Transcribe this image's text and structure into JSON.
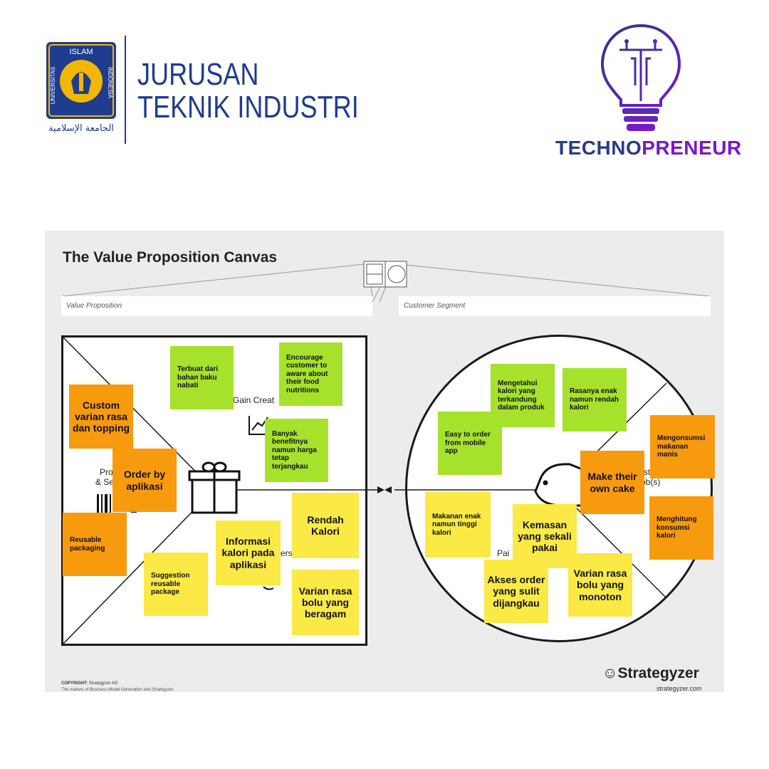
{
  "header": {
    "uii_logo": {
      "arc_top": "ISLAM",
      "arc_left": "UNIVERSITAS",
      "arc_right": "INDONESIA",
      "arabic_text": "الجامعة الإسلامية"
    },
    "department_line1": "JURUSAN",
    "department_line2": "TEKNIK INDUSTRI",
    "technopreneur_part1": "TECHNO",
    "technopreneur_part2": "PRENEUR",
    "colors": {
      "uii_blue": "#1f3c8f",
      "uii_gold": "#f2b705",
      "techno_blue": "#2a3a8e",
      "techno_purple": "#7a18c8"
    }
  },
  "canvas": {
    "title": "The Value Proposition Canvas",
    "value_proposition_label": "Value Proposition",
    "customer_segment_label": "Customer Segment",
    "gain_creators_label": "Gain Creat",
    "products_label_1": "Pro",
    "products_label_2": "& Se",
    "pain_relievers_label": "ers",
    "pains_label": "Pai",
    "jobs_label_1": "st",
    "jobs_label_2": "ob(s)",
    "copyright_bold": "COPYRIGHT:",
    "copyright_text": "Strategyzer AG",
    "copyright_sub": "The makers of Business Model Generation and Strategyzer",
    "brand": "Strategyzer",
    "brand_url": "strategyzer.com"
  },
  "notes": {
    "n1": "Terbuat dari bahan baku nabati",
    "n2": "Encourage customer to aware about their food nutritions",
    "n3": "Custom varian rasa dan topping",
    "n4": "Banyak benefitnya namun harga tetap terjangkau",
    "n5": "Order by aplikasi",
    "n6": "Reusable packaging",
    "n7": "Rendah Kalori",
    "n8": "Informasi kalori pada aplikasi",
    "n9": "Suggestion reusable package",
    "n10": "Varian rasa bolu yang beragam",
    "n11": "Mengetahui kalori yang terkandung dalam produk",
    "n12": "Rasanya enak namun rendah kalori",
    "n13": "Easy to order from mobile app",
    "n14": "Mengonsumsi makanan manis",
    "n15": "Make their own cake",
    "n16": "Menghitung konsumsi kalori",
    "n17": "Makanan enak namun tinggi kalori",
    "n18": "Kemasan yang sekali pakai",
    "n19": "Varian rasa bolu yang monoton",
    "n20": "Akses order yang sulit dijangkau"
  }
}
